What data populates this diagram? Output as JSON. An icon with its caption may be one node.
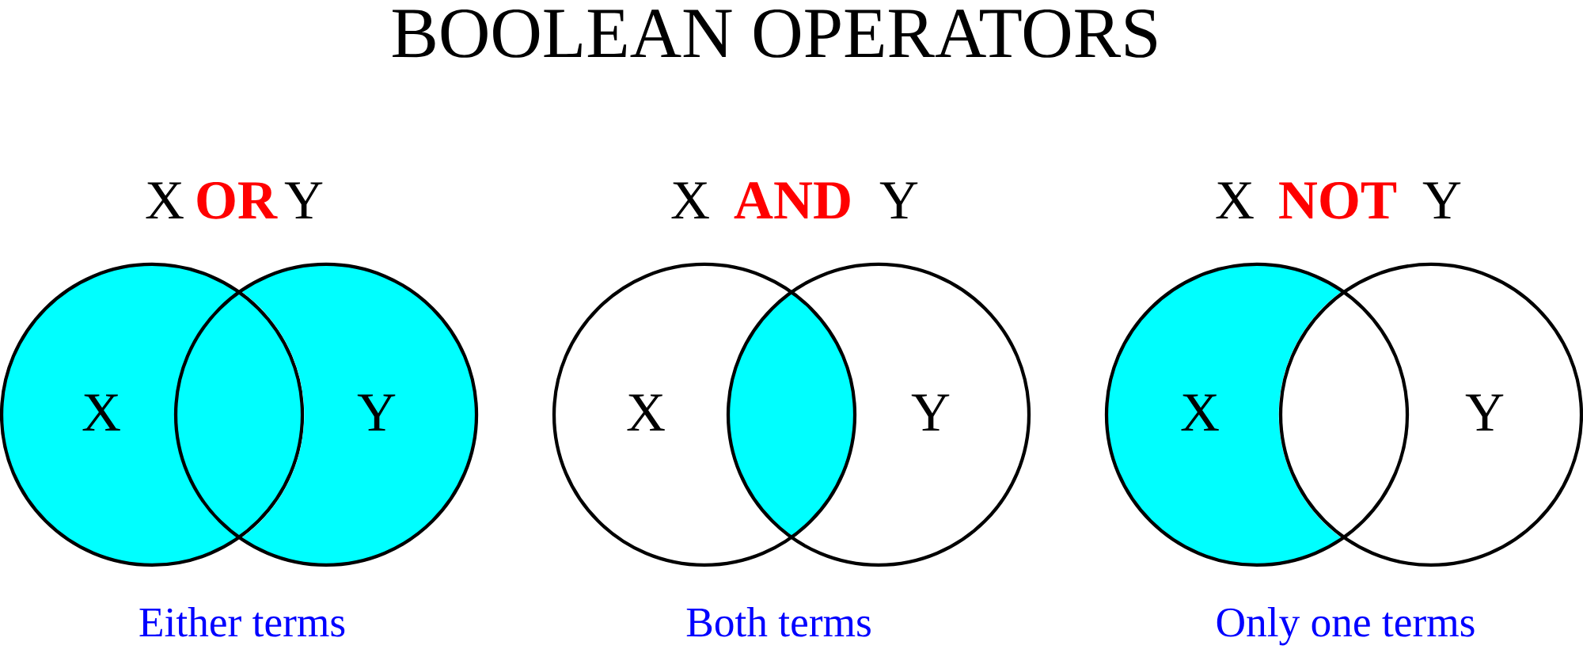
{
  "diagram": {
    "title": "BOOLEAN OPERATORS",
    "nodes": [
      {
        "text": [
          "X"
        ]
      },
      {
        "text": [
          "Y"
        ]
      },
      {
        "text": [
          "X"
        ]
      },
      {
        "text": [
          "Y"
        ]
      },
      {
        "text": [
          "X"
        ]
      },
      {
        "text": [
          "Y"
        ]
      }
    ],
    "labels": [
      "X",
      "OR",
      "Y",
      "X",
      "AND",
      "Y",
      "X",
      "NOT",
      "Y",
      "Either terms",
      "Both terms",
      "Only one terms"
    ]
  }
}
